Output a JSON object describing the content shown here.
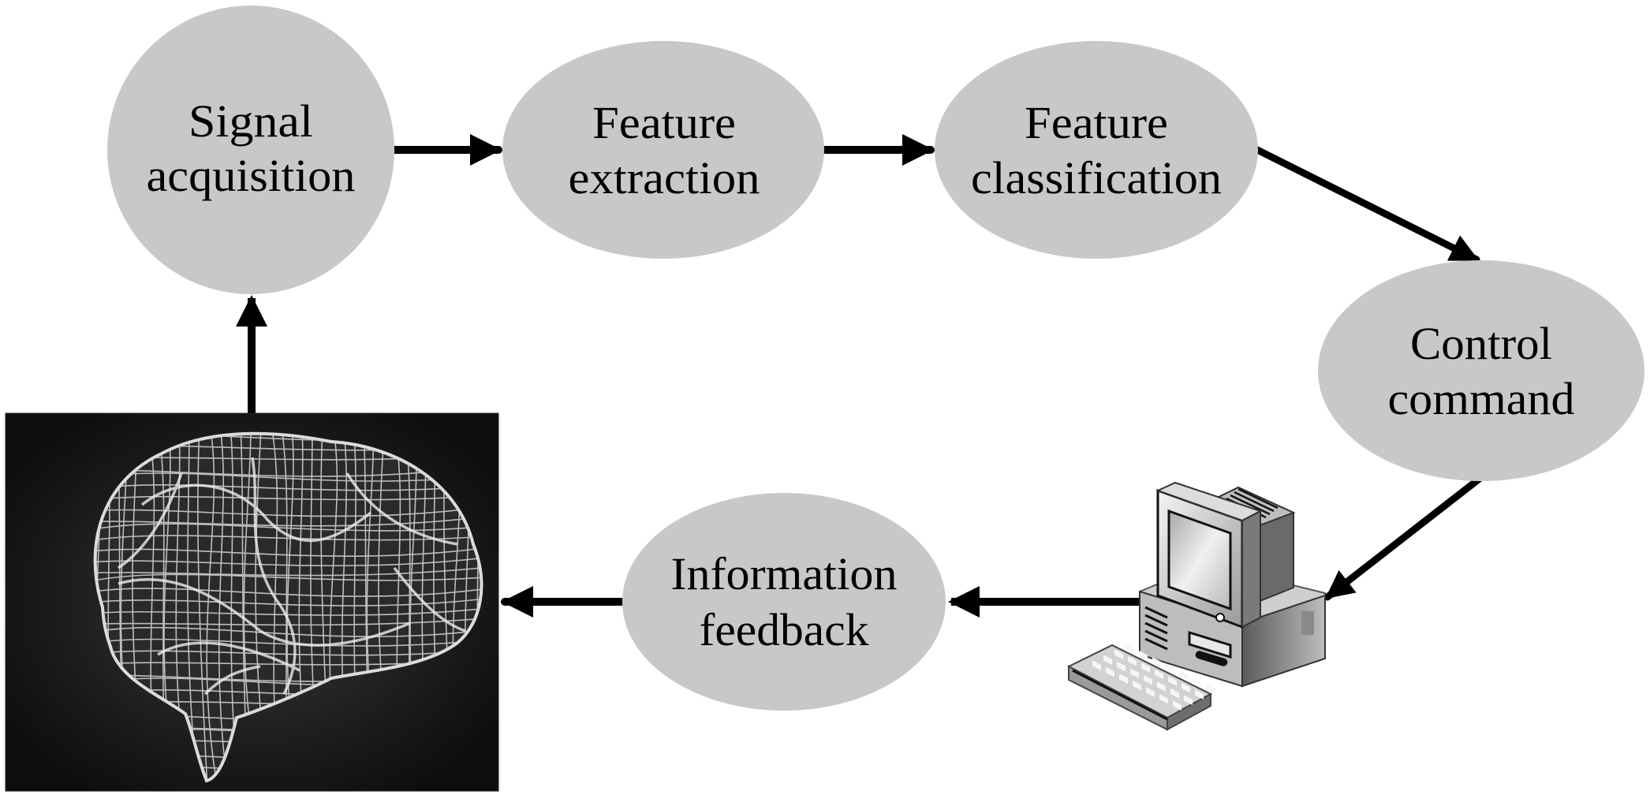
{
  "diagram": {
    "type": "flow-cycle",
    "description_visible": "Brain-computer interface processing loop",
    "colors": {
      "node_fill": "#c8c8c8",
      "arrow": "#000000",
      "text": "#000000",
      "background": "#ffffff",
      "brain_background": "#141414",
      "brain_mesh": "#e6e6e6"
    },
    "nodes": [
      {
        "id": "signal-acquisition",
        "lines": [
          "Signal",
          "acquisition"
        ]
      },
      {
        "id": "feature-extraction",
        "lines": [
          "Feature",
          "extraction"
        ]
      },
      {
        "id": "feature-classification",
        "lines": [
          "Feature",
          "classification"
        ]
      },
      {
        "id": "control-command",
        "lines": [
          "Control",
          "command"
        ]
      },
      {
        "id": "information-feedback",
        "lines": [
          "Information",
          "feedback"
        ]
      }
    ],
    "images": [
      {
        "id": "brain",
        "icon": "brain-wireframe-icon"
      },
      {
        "id": "computer",
        "icon": "desktop-computer-icon"
      }
    ],
    "edges": [
      {
        "from": "brain",
        "to": "signal-acquisition"
      },
      {
        "from": "signal-acquisition",
        "to": "feature-extraction"
      },
      {
        "from": "feature-extraction",
        "to": "feature-classification"
      },
      {
        "from": "feature-classification",
        "to": "control-command"
      },
      {
        "from": "control-command",
        "to": "computer"
      },
      {
        "from": "computer",
        "to": "information-feedback"
      },
      {
        "from": "information-feedback",
        "to": "brain"
      }
    ]
  }
}
